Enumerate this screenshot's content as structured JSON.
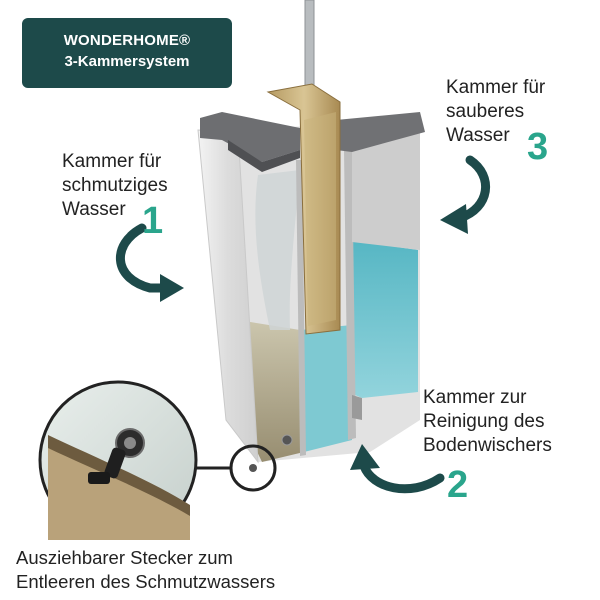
{
  "brand": {
    "name": "WONDERHOME®",
    "subtitle": "3-Kammersystem",
    "color": "#1d4a4a"
  },
  "chambers": [
    {
      "number": "1",
      "lines": [
        "Kammer für",
        "schmutziges",
        "Wasser"
      ]
    },
    {
      "number": "2",
      "lines": [
        "Kammer zur",
        "Reinigung des",
        "Bodenwischers"
      ]
    },
    {
      "number": "3",
      "lines": [
        "Kammer für",
        "sauberes",
        "Wasser"
      ]
    }
  ],
  "caption": {
    "lines": [
      "Ausziehbarer Stecker zum",
      "Entleeren des Schmutzwassers"
    ]
  },
  "icons": [
    "curved-arrow-icon",
    "drain-plug-icon"
  ],
  "colors": {
    "accent": "#2aa58c",
    "arrow": "#1d4a4a",
    "clean_water": "#5bbcc8",
    "dirty_water": "#9b9070",
    "bucket_grey": "#6d6e71"
  }
}
